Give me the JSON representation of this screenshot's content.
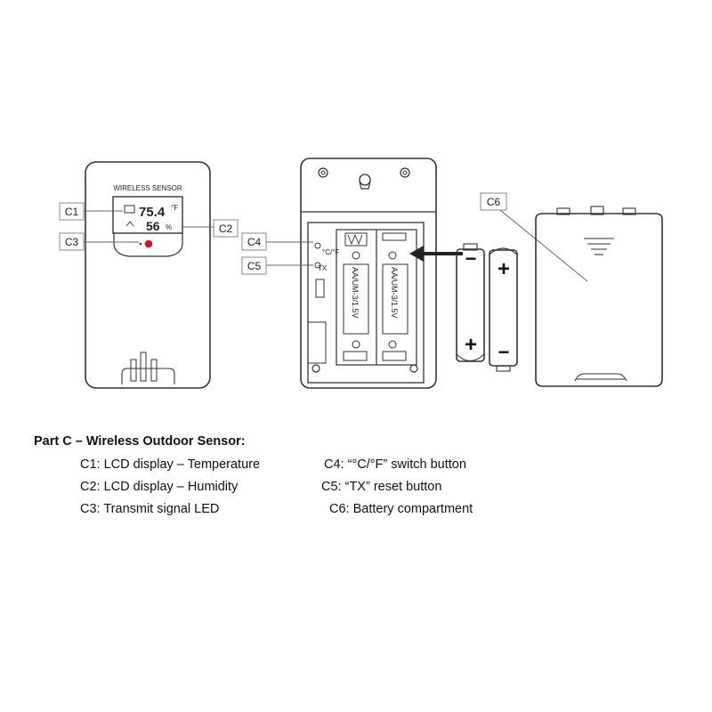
{
  "figure": {
    "device_front": {
      "label": "WIRELESS SENSOR",
      "temperature": "75.4",
      "temperature_unit": "°F",
      "humidity": "56",
      "humidity_unit": "%"
    },
    "callouts": {
      "c1": "C1",
      "c2": "C2",
      "c3": "C3",
      "c4": "C4",
      "c5": "C5",
      "c6": "C6"
    },
    "device_back": {
      "switch_label": "°C/°F",
      "tx_label": "TX",
      "battery_spec_1": "AA/UM-3/1.5V",
      "battery_spec_2": "AA/UM-3/1.5V"
    },
    "batteries": {
      "minus": "−",
      "plus": "+"
    }
  },
  "legend": {
    "title": "Part C – Wireless Outdoor Sensor:",
    "items": [
      {
        "code": "C1:",
        "text": "LCD display – Temperature"
      },
      {
        "code": "C2:",
        "text": "LCD display – Humidity"
      },
      {
        "code": "C3:",
        "text": "Transmit signal LED"
      },
      {
        "code": "C4:",
        "text": "“°C/°F” switch button"
      },
      {
        "code": "C5:",
        "text": "“TX” reset button"
      },
      {
        "code": "C6:",
        "text": "Battery compartment"
      }
    ]
  },
  "colors": {
    "line": "#333333",
    "led": "#cc1a1a",
    "callout_box": "#888888"
  }
}
